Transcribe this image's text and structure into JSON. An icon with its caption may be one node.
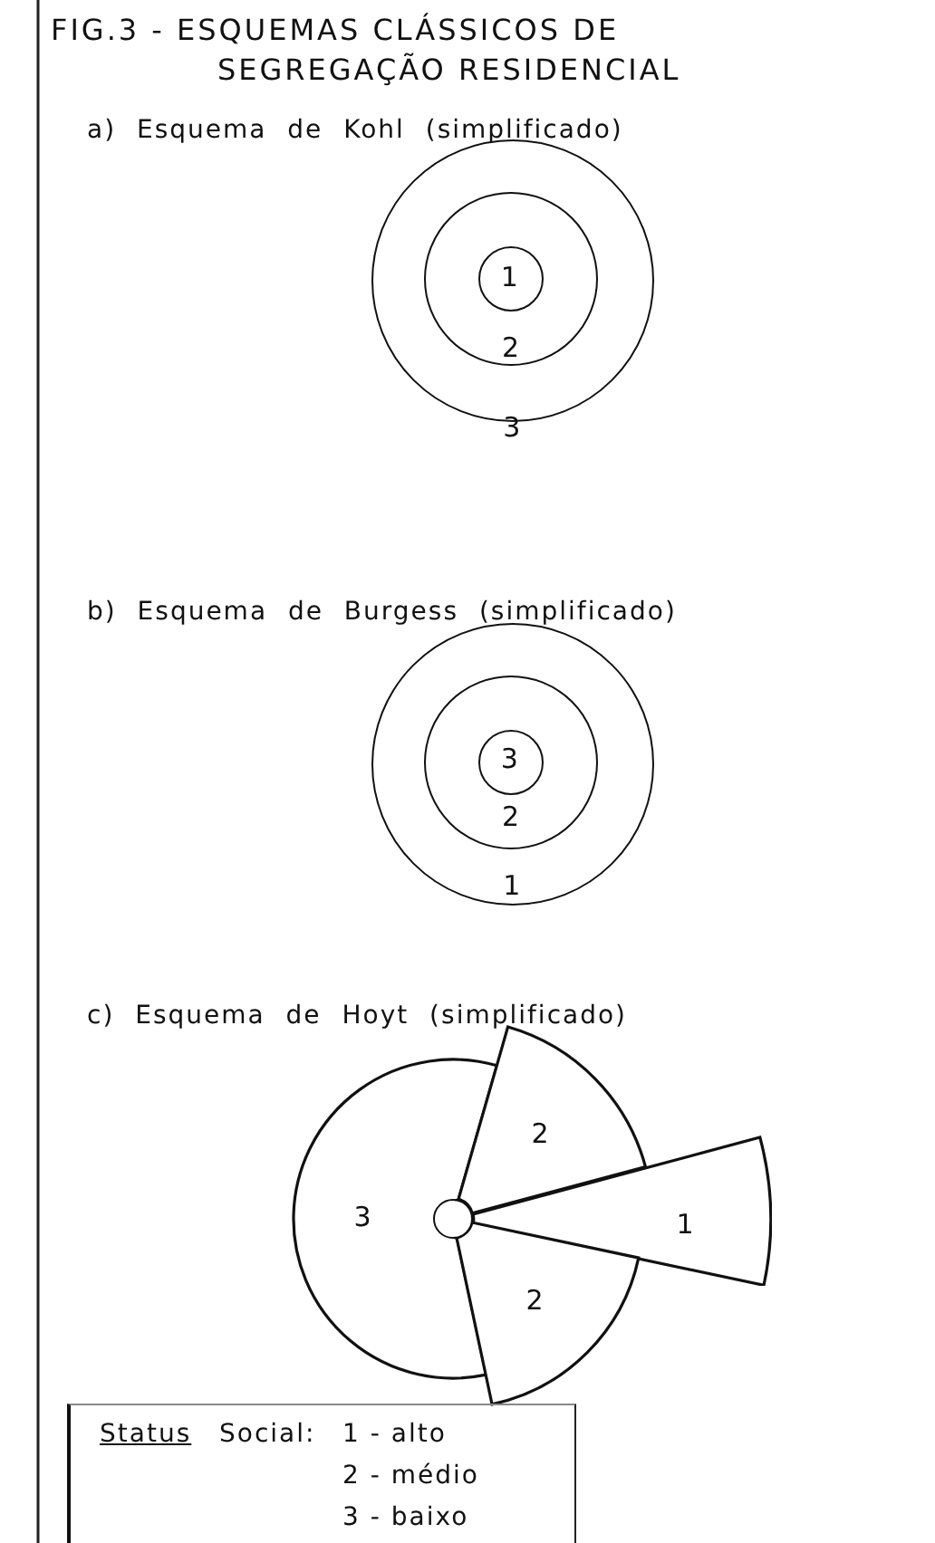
{
  "diagram": {
    "title": "FIG.3 - ESQUEMAS CLÁSSICOS DE SEGREGAÇÃO RESIDENCIAL",
    "nodes": [
      {
        "text": [
          "3"
        ]
      },
      {
        "text": [
          "2"
        ],
        "in": 0
      },
      {
        "text": [
          "1"
        ],
        "in": 1
      },
      {
        "text": [
          "1"
        ]
      },
      {
        "text": [
          "2"
        ],
        "in": 3
      },
      {
        "text": [
          "3"
        ],
        "in": 4
      },
      {
        "text": [
          "3"
        ]
      },
      {
        "text": [
          "2"
        ]
      },
      {
        "text": [
          "1"
        ]
      },
      {
        "text": [
          "2"
        ]
      },
      {
        "text": [],
        "shape": "circle"
      },
      {
        "text": [
          "Status",
          "Social:",
          "1 - alto",
          "2 - médio",
          "3 - baixo"
        ]
      }
    ],
    "labels": [
      "a) Esquema de Kohl (simplificado)",
      "b) Esquema de Burgess (simplificado)",
      "c) Esquema de Hoyt (simplificado)"
    ]
  }
}
